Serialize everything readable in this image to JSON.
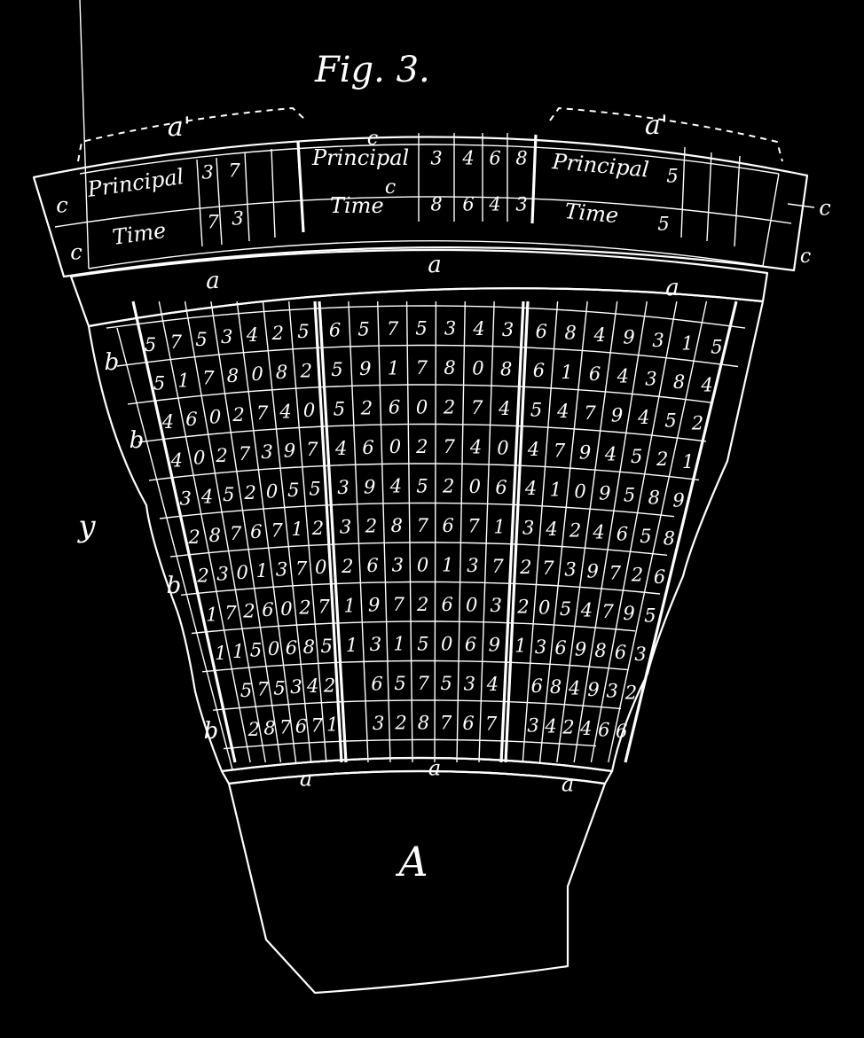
{
  "title": "Fig. 3.",
  "labels": {
    "a_prime_left": "a'",
    "a_prime_right": "a'",
    "c": "c",
    "a": "a",
    "b": "b",
    "y": "y",
    "A": "A"
  },
  "dial": {
    "left": {
      "principal_label": "Principal",
      "time_label": "Time",
      "principal": [
        "3",
        "7",
        "",
        ""
      ],
      "time": [
        "7",
        "3",
        "",
        ""
      ]
    },
    "center": {
      "principal_label": "Principal",
      "time_label": "Time",
      "principal": [
        "3",
        "4",
        "6",
        "8"
      ],
      "time": [
        "8",
        "6",
        "4",
        "3"
      ]
    },
    "right": {
      "principal_label": "Principal",
      "time_label": "Time",
      "principal": [
        "5",
        "",
        "",
        ""
      ],
      "time": [
        "5",
        "",
        "",
        ""
      ]
    }
  },
  "table": {
    "left": [
      [
        "5",
        "7",
        "5",
        "3",
        "4",
        "2",
        "5"
      ],
      [
        "5",
        "1",
        "7",
        "8",
        "0",
        "8",
        "2"
      ],
      [
        "4",
        "6",
        "0",
        "2",
        "7",
        "4",
        "0"
      ],
      [
        "4",
        "0",
        "2",
        "7",
        "3",
        "9",
        "7"
      ],
      [
        "3",
        "4",
        "5",
        "2",
        "0",
        "5",
        "5"
      ],
      [
        "2",
        "8",
        "7",
        "6",
        "7",
        "1",
        "2"
      ],
      [
        "2",
        "3",
        "0",
        "1",
        "3",
        "7",
        "0"
      ],
      [
        "1",
        "7",
        "2",
        "6",
        "0",
        "2",
        "7"
      ],
      [
        "1",
        "1",
        "5",
        "0",
        "6",
        "8",
        "5"
      ],
      [
        "5",
        "7",
        "5",
        "3",
        "4",
        "2"
      ],
      [
        "2",
        "8",
        "7",
        "6",
        "7",
        "1"
      ]
    ],
    "center": [
      [
        "6",
        "5",
        "7",
        "5",
        "3",
        "4",
        "3"
      ],
      [
        "5",
        "9",
        "1",
        "7",
        "8",
        "0",
        "8"
      ],
      [
        "5",
        "2",
        "6",
        "0",
        "2",
        "7",
        "4"
      ],
      [
        "4",
        "6",
        "0",
        "2",
        "7",
        "4",
        "0"
      ],
      [
        "3",
        "9",
        "4",
        "5",
        "2",
        "0",
        "6"
      ],
      [
        "3",
        "2",
        "8",
        "7",
        "6",
        "7",
        "1"
      ],
      [
        "2",
        "6",
        "3",
        "0",
        "1",
        "3",
        "7"
      ],
      [
        "1",
        "9",
        "7",
        "2",
        "6",
        "0",
        "3"
      ],
      [
        "1",
        "3",
        "1",
        "5",
        "0",
        "6",
        "9"
      ],
      [
        "6",
        "5",
        "7",
        "5",
        "3",
        "4"
      ],
      [
        "3",
        "2",
        "8",
        "7",
        "6",
        "7"
      ]
    ],
    "right": [
      [
        "6",
        "8",
        "4",
        "9",
        "3",
        "1",
        "5"
      ],
      [
        "6",
        "1",
        "6",
        "4",
        "3",
        "8",
        "4"
      ],
      [
        "5",
        "4",
        "7",
        "9",
        "4",
        "5",
        "2"
      ],
      [
        "4",
        "7",
        "9",
        "4",
        "5",
        "2",
        "1"
      ],
      [
        "4",
        "1",
        "0",
        "9",
        "5",
        "8",
        "9"
      ],
      [
        "3",
        "4",
        "2",
        "4",
        "6",
        "5",
        "8"
      ],
      [
        "2",
        "7",
        "3",
        "9",
        "7",
        "2",
        "6"
      ],
      [
        "2",
        "0",
        "5",
        "4",
        "7",
        "9",
        "5"
      ],
      [
        "1",
        "3",
        "6",
        "9",
        "8",
        "6",
        "3"
      ],
      [
        "6",
        "8",
        "4",
        "9",
        "3",
        "2"
      ],
      [
        "3",
        "4",
        "2",
        "4",
        "6",
        "6"
      ]
    ]
  }
}
